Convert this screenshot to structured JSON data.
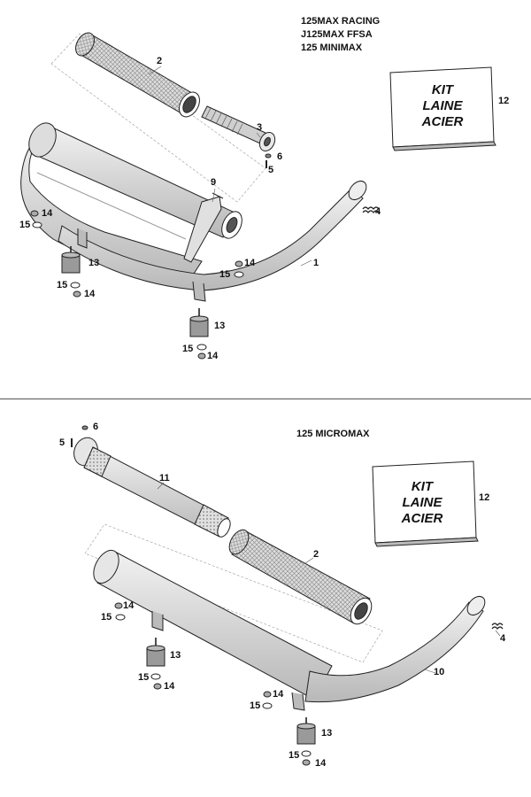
{
  "sections": [
    {
      "configurations": [
        "125MAX RACING",
        "J125MAX FFSA",
        "125 MINIMAX"
      ],
      "kit_label": [
        "KIT",
        "LAINE",
        "ACIER"
      ]
    },
    {
      "configurations": [
        "125 MICROMAX"
      ],
      "kit_label": [
        "KIT",
        "LAINE",
        "ACIER"
      ]
    }
  ],
  "callouts": {
    "top": [
      "2",
      "3",
      "6",
      "5",
      "9",
      "4",
      "14",
      "15",
      "13",
      "14",
      "15",
      "15",
      "14",
      "1",
      "13",
      "15",
      "14",
      "12"
    ],
    "bottom": [
      "6",
      "5",
      "11",
      "2",
      "14",
      "15",
      "13",
      "15",
      "14",
      "10",
      "4",
      "14",
      "15",
      "13",
      "15",
      "14",
      "12"
    ]
  }
}
